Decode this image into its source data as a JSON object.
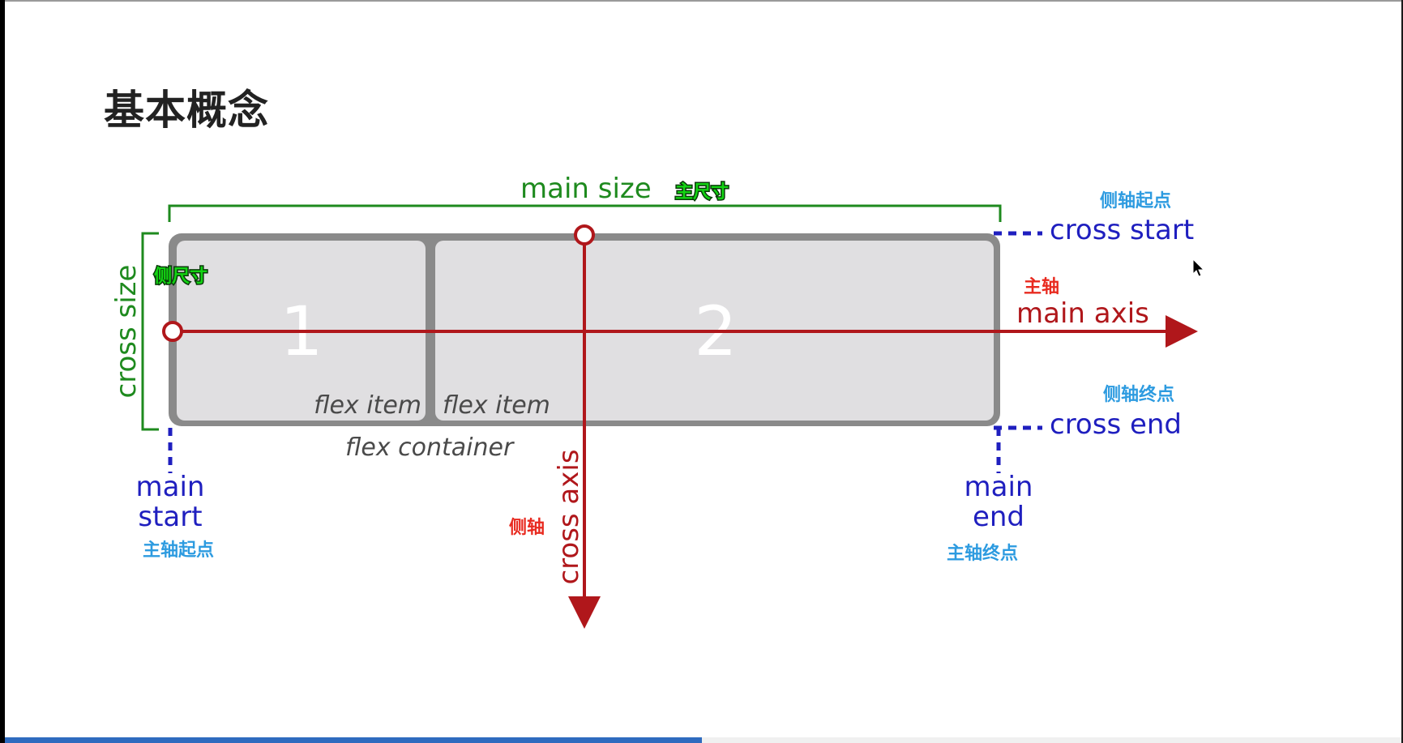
{
  "slide": {
    "title": "基本概念",
    "progress": 0.5
  },
  "diagram": {
    "items": [
      {
        "number": "1",
        "caption": "flex item"
      },
      {
        "number": "2",
        "caption": "flex item"
      }
    ],
    "container_label": "flex container",
    "main_size": {
      "label": "main size",
      "zh": "主尺寸"
    },
    "cross_size": {
      "label": "cross size",
      "zh": "侧尺寸"
    },
    "main_axis": {
      "label": "main axis",
      "zh": "主轴"
    },
    "cross_axis": {
      "label": "cross axis",
      "zh": "侧轴"
    },
    "cross_start": {
      "label": "cross start",
      "zh": "侧轴起点"
    },
    "cross_end": {
      "label": "cross end",
      "zh": "侧轴终点"
    },
    "main_start": {
      "line1": "main",
      "line2": "start",
      "zh": "主轴起点"
    },
    "main_end": {
      "line1": "main",
      "line2": "end",
      "zh": "主轴终点"
    }
  },
  "colors": {
    "size_green": "#1e8a1e",
    "axis_red": "#b0171b",
    "edge_blue": "#1f1fbf",
    "zh_blue": "#2d9be0",
    "zh_green": "#13d313",
    "container_gray": "#888888",
    "item_fill": "#e0dfe1",
    "progress_blue": "#2f6bbf"
  },
  "icons": [
    "mouse-cursor-icon"
  ]
}
